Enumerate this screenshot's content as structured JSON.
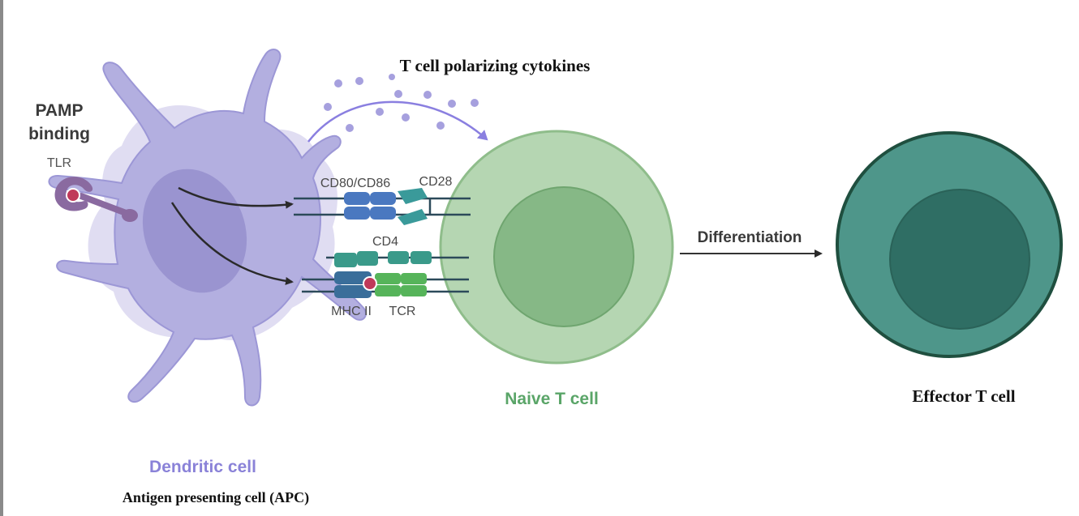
{
  "labels": {
    "cytokines": "T cell polarizing cytokines",
    "pamp": "PAMP",
    "binding": "binding",
    "tlr": "TLR",
    "cd80": "CD80/CD86",
    "cd28": "CD28",
    "cd4": "CD4",
    "mhc": "MHC II",
    "tcr": "TCR",
    "differentiation": "Differentiation",
    "naive": "Naive T cell",
    "effector": "Effector T cell",
    "dendritic": "Dendritic cell",
    "apc": "Antigen presenting cell (APC)"
  },
  "colors": {
    "dendritic": "#b3afe0",
    "dendritic_nucleus": "#9a94d0",
    "naive_outer": "#b5d6b2",
    "naive_inner": "#86b886",
    "effector_outer": "#4e968a",
    "effector_inner": "#2f6e64",
    "tlr": "#8a6aa0",
    "cd80": "#4a78c0",
    "cd28": "#3a9a9a",
    "tcr": "#56b45a",
    "mhc": "#3a6e9a",
    "peptide": "#c0395a"
  }
}
